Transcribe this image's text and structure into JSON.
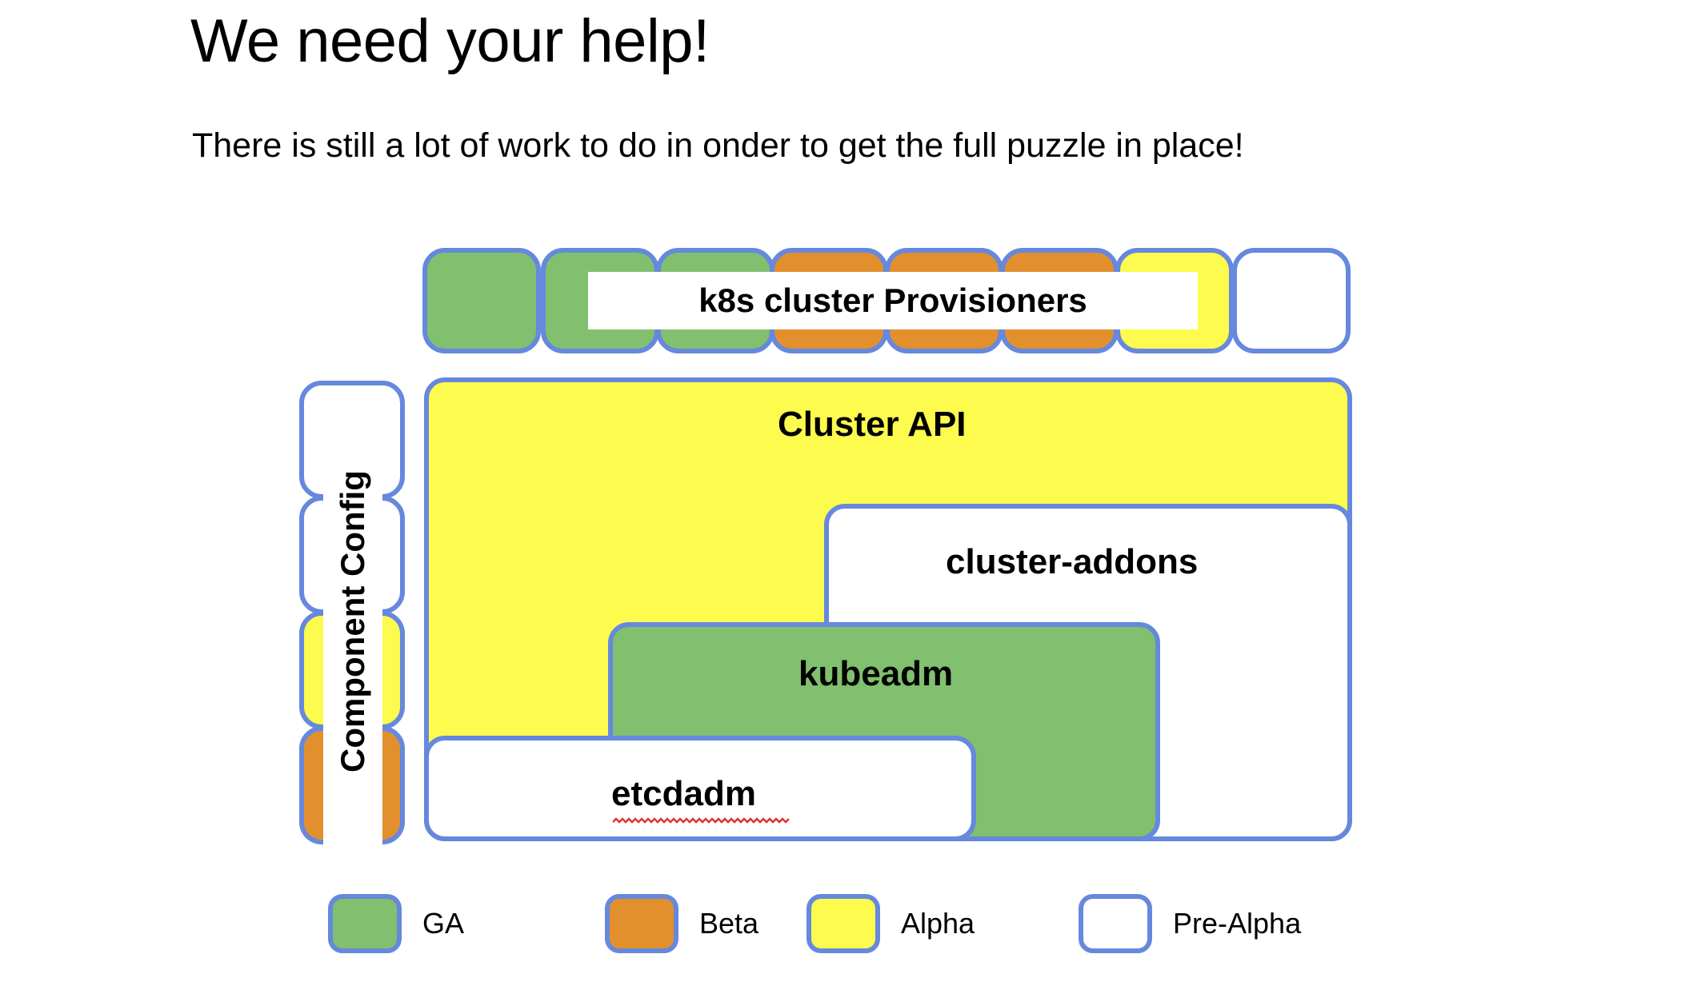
{
  "slide": {
    "title": "We need your help!",
    "subtitle": "There is still a lot of work to do in onder to get the full puzzle in place!"
  },
  "colors": {
    "border_blue": "#6688DD",
    "ga_green": "#81C06E",
    "beta_orange": "#E2902E",
    "alpha_yellow": "#FCFB4E",
    "pre_alpha_white": "#FFFFFF",
    "spellcheck_red": "#E03030",
    "text_black": "#000000",
    "background": "#FFFFFF"
  },
  "diagram": {
    "provisioners": {
      "label": "k8s cluster Provisioners",
      "boxes": [
        {
          "maturity": "GA",
          "fill": "#81C06E"
        },
        {
          "maturity": "GA",
          "fill": "#81C06E"
        },
        {
          "maturity": "GA",
          "fill": "#81C06E"
        },
        {
          "maturity": "Beta",
          "fill": "#E2902E"
        },
        {
          "maturity": "Beta",
          "fill": "#E2902E"
        },
        {
          "maturity": "Beta",
          "fill": "#E2902E"
        },
        {
          "maturity": "Alpha",
          "fill": "#FCFB4E"
        },
        {
          "maturity": "Pre-Alpha",
          "fill": "#FFFFFF"
        }
      ]
    },
    "component_config": {
      "label": "Component Config",
      "boxes": [
        {
          "maturity": "Pre-Alpha",
          "fill": "#FFFFFF"
        },
        {
          "maturity": "Pre-Alpha",
          "fill": "#FFFFFF"
        },
        {
          "maturity": "Alpha",
          "fill": "#FCFB4E"
        },
        {
          "maturity": "Beta",
          "fill": "#E2902E"
        }
      ]
    },
    "layers": [
      {
        "key": "cluster_api",
        "label": "Cluster API",
        "maturity": "Alpha",
        "fill": "#FCFB4E"
      },
      {
        "key": "cluster_addons",
        "label": "cluster-addons",
        "maturity": "Pre-Alpha",
        "fill": "#FFFFFF"
      },
      {
        "key": "kubeadm",
        "label": "kubeadm",
        "maturity": "GA",
        "fill": "#81C06E"
      },
      {
        "key": "etcdadm",
        "label": "etcdadm",
        "maturity": "Pre-Alpha",
        "fill": "#FFFFFF",
        "spellcheck_underline": true
      }
    ]
  },
  "legend": {
    "items": [
      {
        "label": "GA",
        "fill": "#81C06E"
      },
      {
        "label": "Beta",
        "fill": "#E2902E"
      },
      {
        "label": "Alpha",
        "fill": "#FCFB4E"
      },
      {
        "label": "Pre-Alpha",
        "fill": "#FFFFFF"
      }
    ]
  }
}
